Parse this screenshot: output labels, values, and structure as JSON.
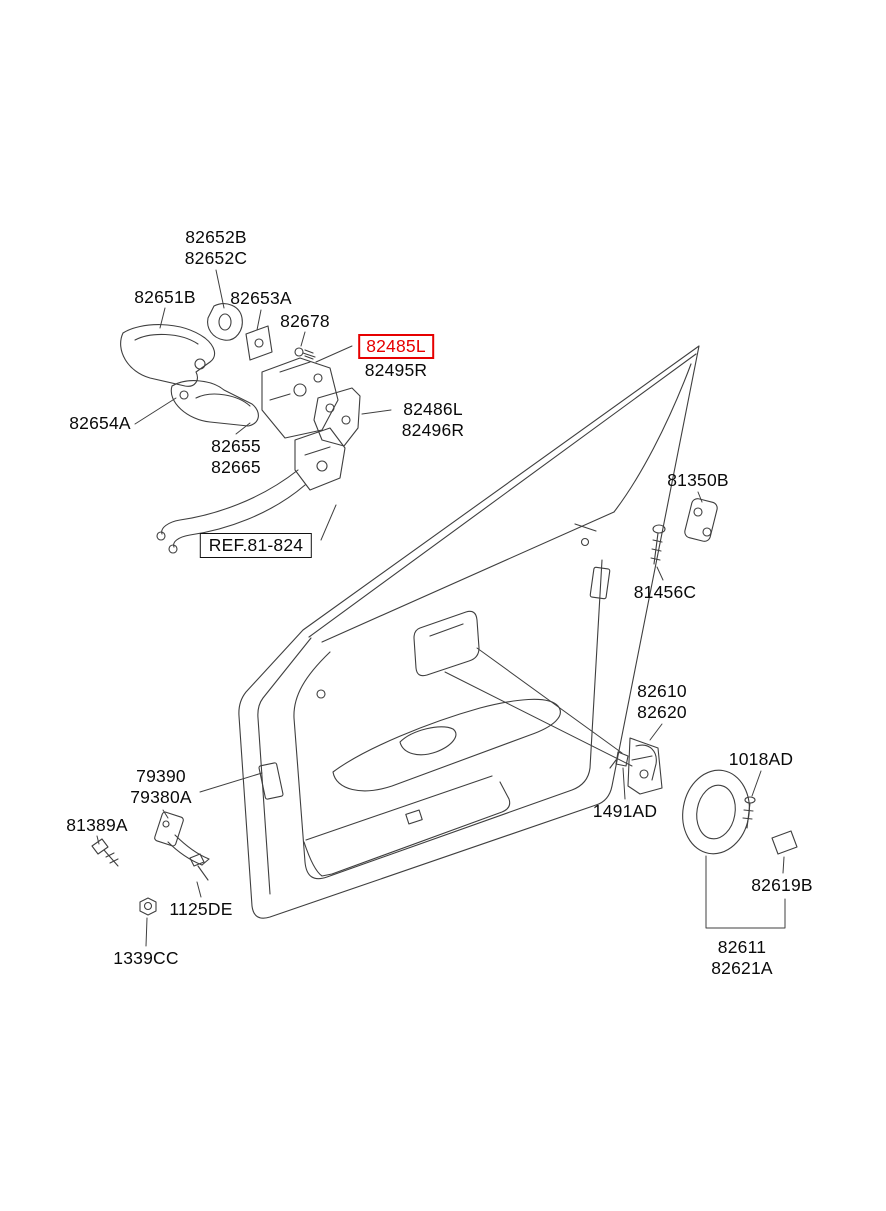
{
  "diagram": {
    "colors": {
      "line": "#3f3f3f",
      "text": "#0a0a0a",
      "highlight": "#e60000"
    },
    "highlighted_part": "82485L",
    "labels": {
      "outside_handle_cover": {
        "line1": "82652B",
        "line2": "82652C"
      },
      "outside_handle": {
        "text": "82651B"
      },
      "handle_pad": {
        "text": "82653A"
      },
      "screw_82678": {
        "text": "82678"
      },
      "latch_left": {
        "text": "82485L"
      },
      "latch_right": {
        "text": "82495R"
      },
      "latch_bracket": {
        "line1": "82486L",
        "line2": "82496R"
      },
      "handle_base": {
        "text": "82654A"
      },
      "handle_base_pad": {
        "line1": "82655",
        "line2": "82665"
      },
      "ref_note": {
        "text": "REF.81-824"
      },
      "striker": {
        "text": "81350B"
      },
      "striker_screw": {
        "text": "81456C"
      },
      "inside_handle": {
        "line1": "82610",
        "line2": "82620"
      },
      "bezel_screw": {
        "text": "1018AD"
      },
      "handle_clip": {
        "text": "1491AD"
      },
      "door_checker": {
        "line1": "79390",
        "line2": "79380A"
      },
      "checker_bolt": {
        "text": "81389A"
      },
      "checker_screw": {
        "text": "1125DE"
      },
      "bezel_cap": {
        "text": "82619B"
      },
      "checker_nut": {
        "text": "1339CC"
      },
      "bezel_housing": {
        "line1": "82611",
        "line2": "82621A"
      }
    }
  }
}
